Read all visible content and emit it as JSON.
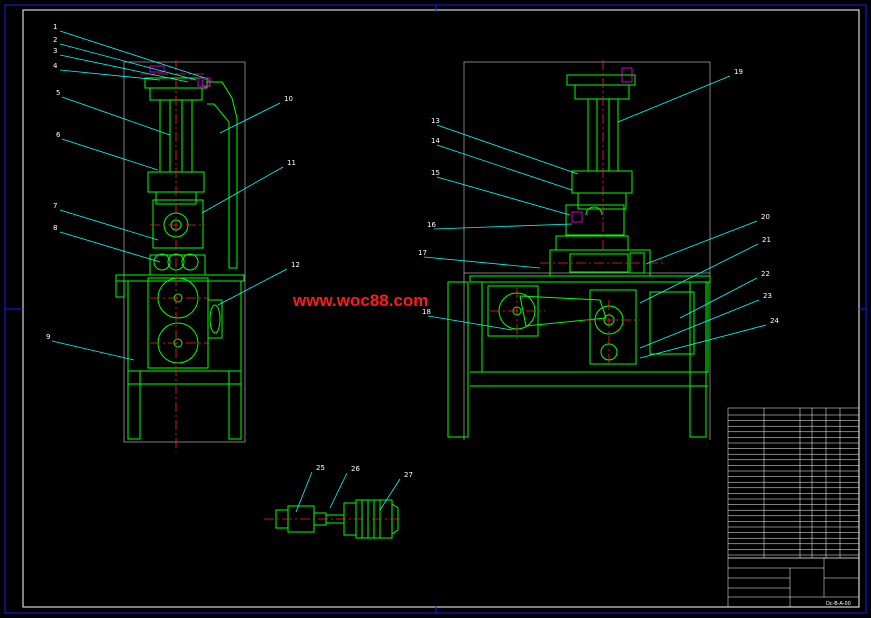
{
  "watermark": "www.woc88.com",
  "balloons": [
    "1",
    "2",
    "3",
    "4",
    "5",
    "6",
    "7",
    "8",
    "9",
    "10",
    "11",
    "12",
    "13",
    "14",
    "15",
    "16",
    "17",
    "18",
    "19",
    "20",
    "21",
    "22",
    "23",
    "24",
    "25",
    "26",
    "27"
  ],
  "title_block": {
    "drawing_number": "Dc-B-A-00",
    "name_line_1": "",
    "name_line_2": ""
  },
  "colors": {
    "background": "#000000",
    "border": "#1010ff",
    "outline": "#00ff00",
    "centerline": "#ff2020",
    "leader": "#00ffff",
    "inner_frame": "#ffffff",
    "detail": "#ff00ff"
  }
}
